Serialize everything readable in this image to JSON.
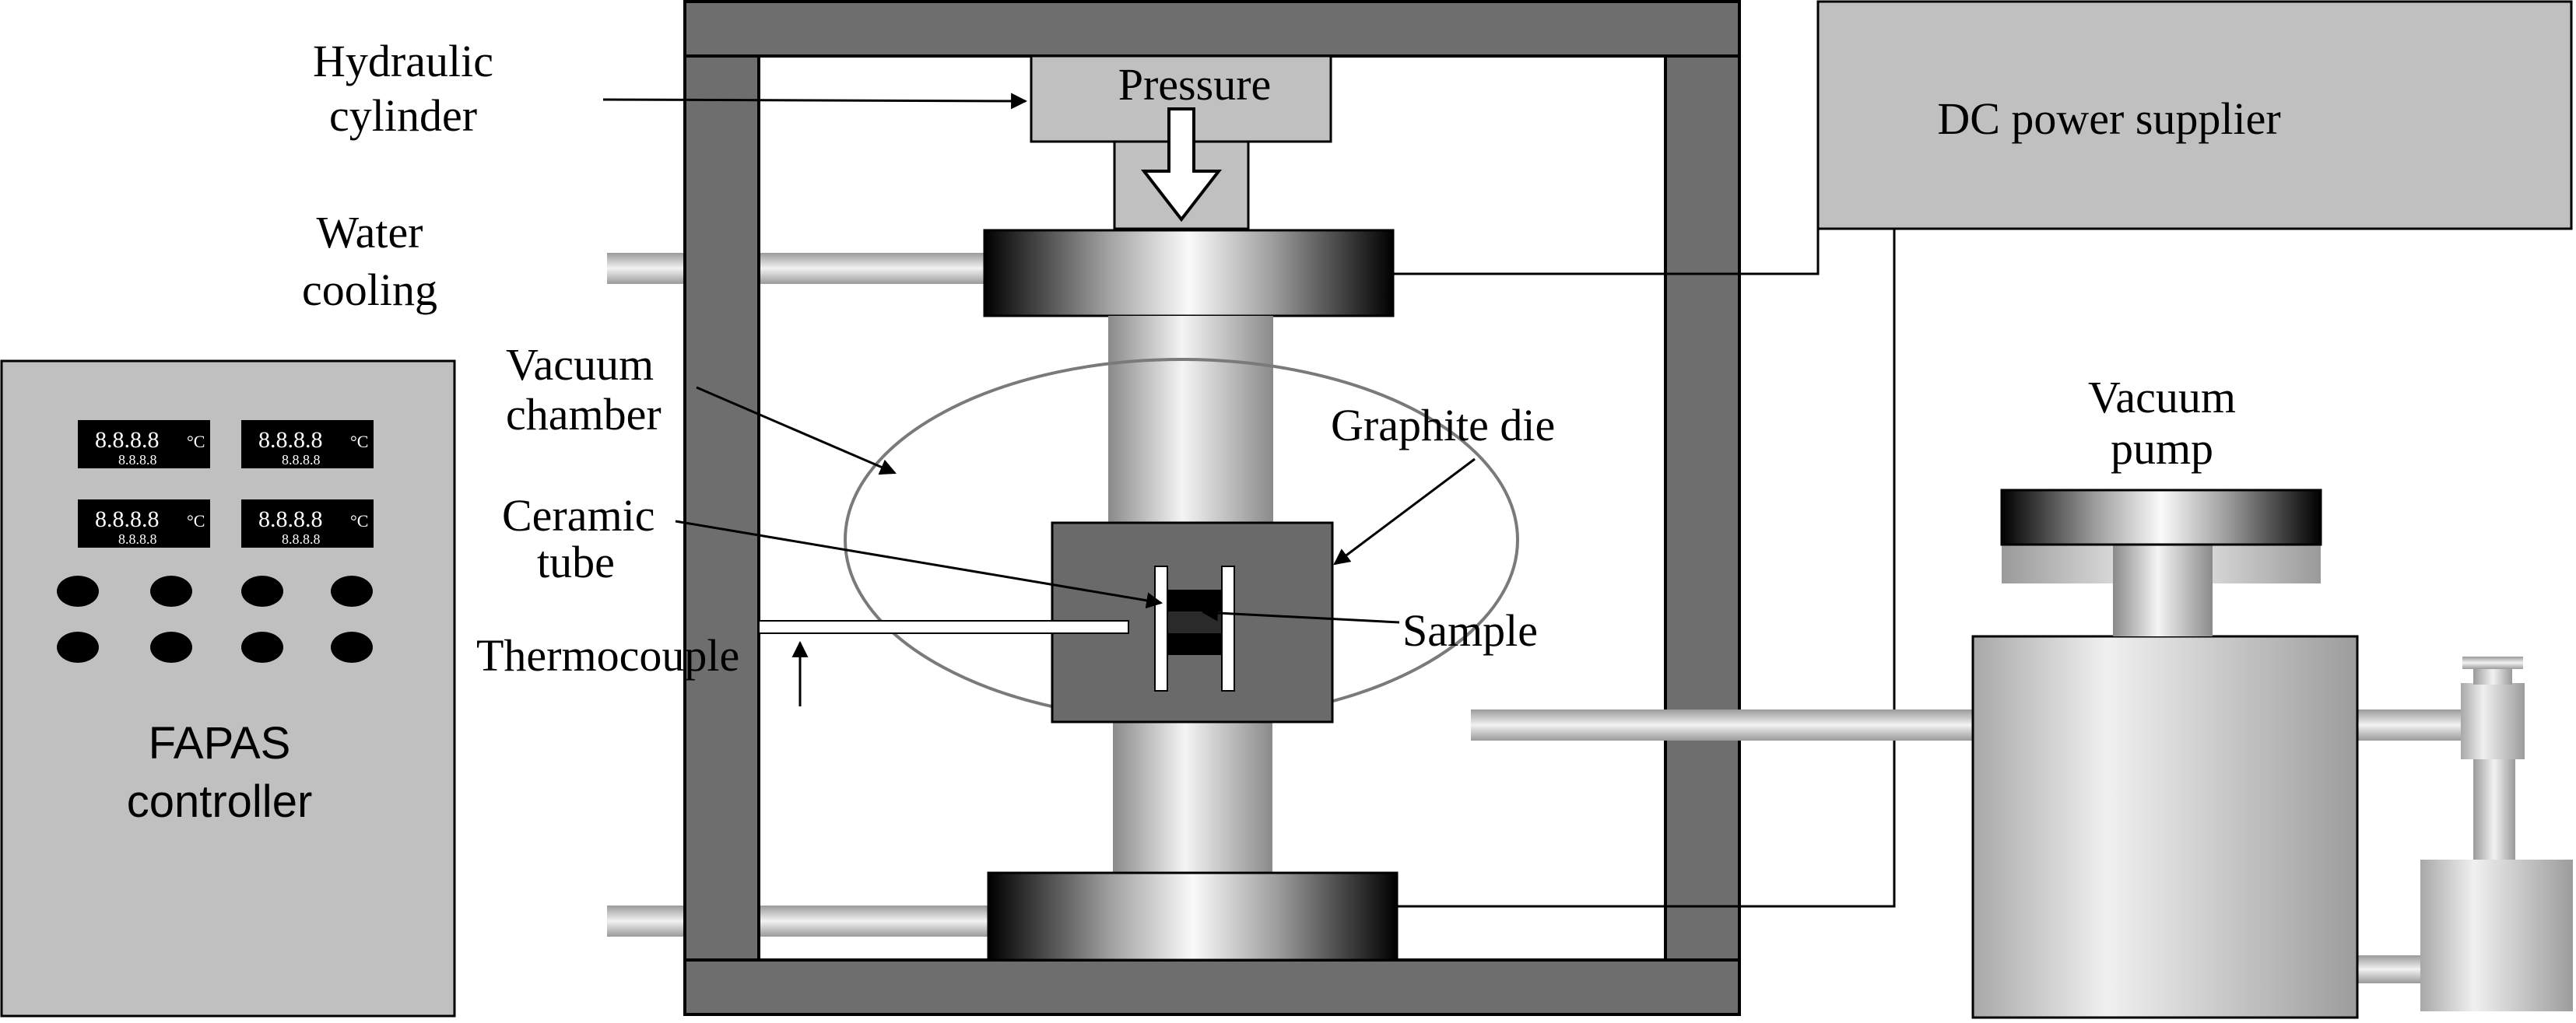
{
  "labels": {
    "hydraulic_cylinder_line1": "Hydraulic",
    "hydraulic_cylinder_line2": "cylinder",
    "pressure": "Pressure",
    "water_cooling_line1": "Water",
    "water_cooling_line2": "cooling",
    "dc_power_supplier": "DC power supplier",
    "vacuum_chamber_line1": "Vacuum",
    "vacuum_chamber_line2": "chamber",
    "graphite_die": "Graphite die",
    "ceramic_tube_line1": "Ceramic",
    "ceramic_tube_line2": "tube",
    "sample": "Sample",
    "thermocouple": "Thermocouple",
    "vacuum_pump_line1": "Vacuum",
    "vacuum_pump_line2": "pump",
    "controller_line1": "FAPAS",
    "controller_line2": "controller"
  },
  "controller": {
    "display_digits": "8.8.8.8",
    "display_unit": "°C",
    "display_sub": "8.8.8.8"
  },
  "colors": {
    "frame": "#6e6e6e",
    "die": "#6a6a6a",
    "box_fill": "#c0c0c0",
    "outline": "#000000",
    "chamber": "#7a7a7a"
  }
}
